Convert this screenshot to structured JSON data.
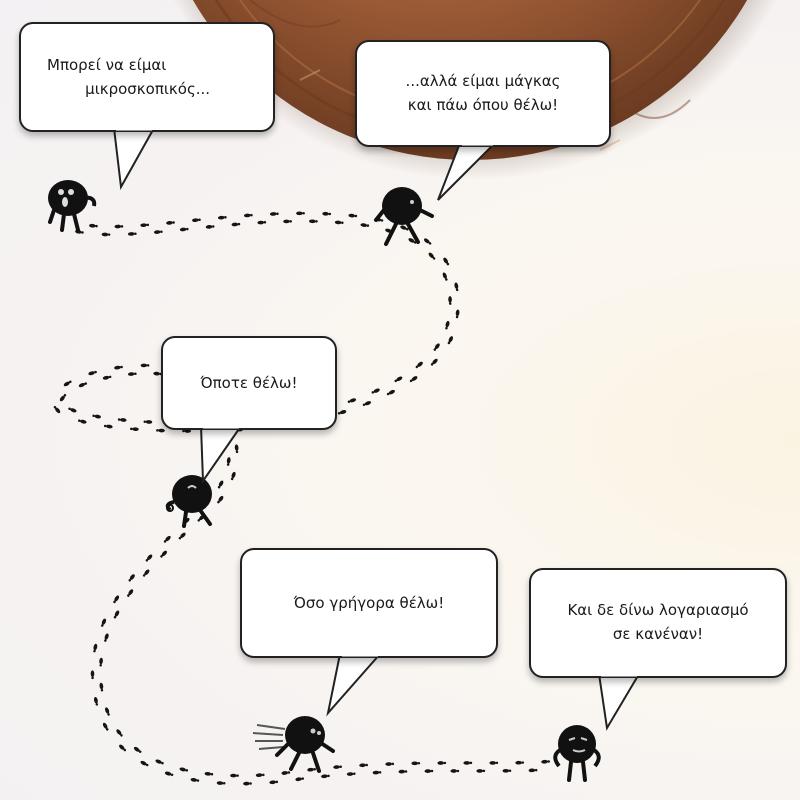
{
  "bubbles": [
    {
      "text": "Μπορεί να είμαι\n        μικροσκοπικός..."
    },
    {
      "text": "...αλλά είμαι μάγκας\nκαι πάω όπου θέλω!"
    },
    {
      "text": "Όποτε θέλω!"
    },
    {
      "text": "Όσο γρήγορα θέλω!"
    },
    {
      "text": "Και δε δίνω λογαριασμό\nσε κανέναν!"
    }
  ],
  "colors": {
    "coin_dark": "#5a2f19",
    "coin_mid": "#9a5a35",
    "coin_light": "#c98a5e",
    "character": "#111111",
    "footprint": "#151515",
    "bubble_border": "#222222"
  },
  "icons": [
    "coin-image",
    "character-figure",
    "footprint-trail"
  ]
}
